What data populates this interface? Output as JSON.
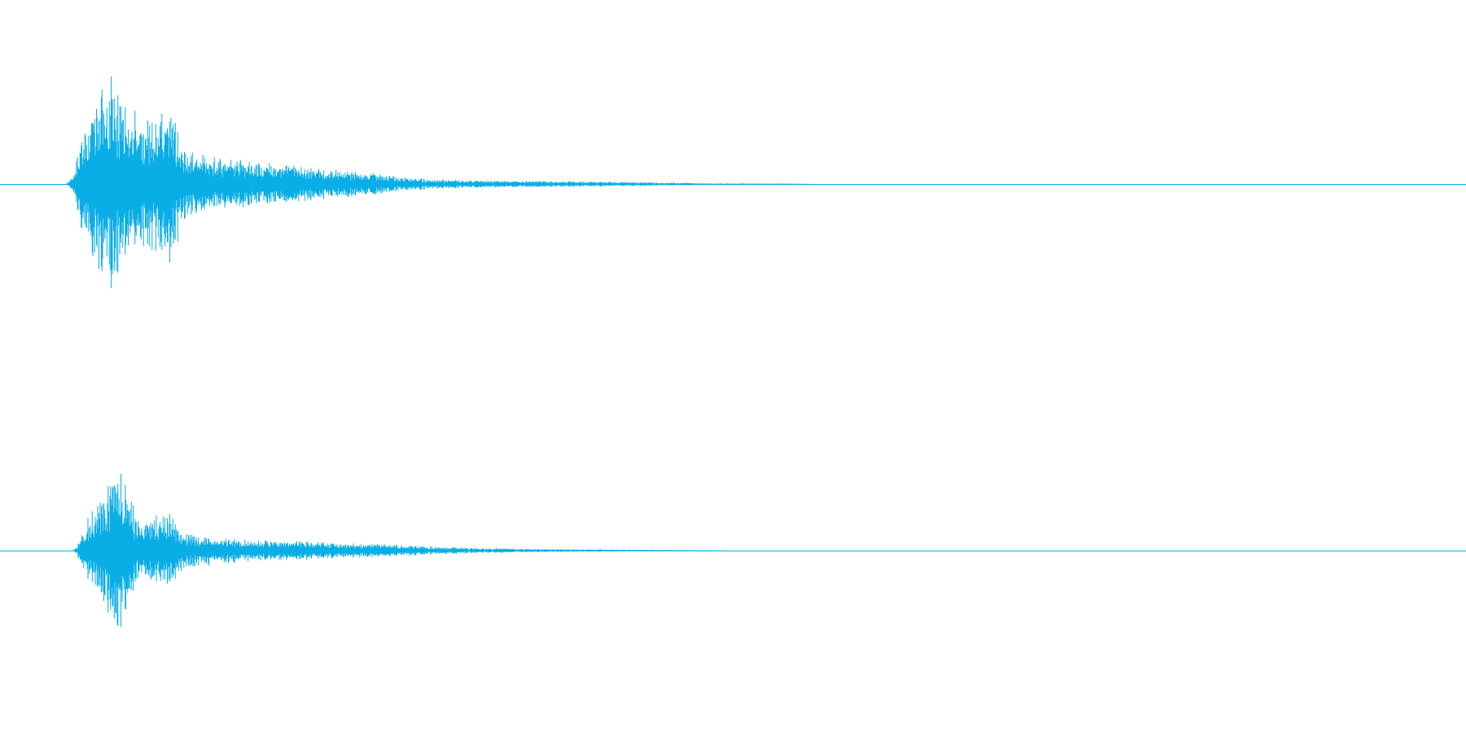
{
  "waveform": {
    "color": "#0aaee6",
    "background": "#ffffff",
    "channels": [
      {
        "name": "channel-1",
        "envelope": [
          [
            0.0,
            0.0
          ],
          [
            0.045,
            0.0
          ],
          [
            0.05,
            0.08
          ],
          [
            0.055,
            0.4
          ],
          [
            0.06,
            0.55
          ],
          [
            0.065,
            0.7
          ],
          [
            0.07,
            0.9
          ],
          [
            0.075,
            1.0
          ],
          [
            0.08,
            0.8
          ],
          [
            0.09,
            0.65
          ],
          [
            0.1,
            0.55
          ],
          [
            0.11,
            0.7
          ],
          [
            0.115,
            0.75
          ],
          [
            0.125,
            0.35
          ],
          [
            0.13,
            0.28
          ],
          [
            0.15,
            0.22
          ],
          [
            0.17,
            0.2
          ],
          [
            0.2,
            0.16
          ],
          [
            0.23,
            0.12
          ],
          [
            0.26,
            0.09
          ],
          [
            0.275,
            0.06
          ],
          [
            0.3,
            0.04
          ],
          [
            0.34,
            0.03
          ],
          [
            0.38,
            0.025
          ],
          [
            0.42,
            0.02
          ],
          [
            0.47,
            0.01
          ],
          [
            0.48,
            0.006
          ],
          [
            0.54,
            0.004
          ],
          [
            0.56,
            0.0
          ],
          [
            1.0,
            0.0
          ]
        ]
      },
      {
        "name": "channel-2",
        "envelope": [
          [
            0.0,
            0.0
          ],
          [
            0.05,
            0.0
          ],
          [
            0.055,
            0.12
          ],
          [
            0.06,
            0.35
          ],
          [
            0.065,
            0.45
          ],
          [
            0.07,
            0.55
          ],
          [
            0.078,
            0.8
          ],
          [
            0.082,
            1.0
          ],
          [
            0.088,
            0.6
          ],
          [
            0.095,
            0.3
          ],
          [
            0.11,
            0.38
          ],
          [
            0.116,
            0.45
          ],
          [
            0.125,
            0.18
          ],
          [
            0.15,
            0.14
          ],
          [
            0.17,
            0.12
          ],
          [
            0.2,
            0.1
          ],
          [
            0.23,
            0.08
          ],
          [
            0.27,
            0.06
          ],
          [
            0.3,
            0.04
          ],
          [
            0.33,
            0.025
          ],
          [
            0.38,
            0.015
          ],
          [
            0.44,
            0.008
          ],
          [
            0.48,
            0.004
          ],
          [
            0.5,
            0.0
          ],
          [
            1.0,
            0.0
          ]
        ]
      }
    ]
  }
}
